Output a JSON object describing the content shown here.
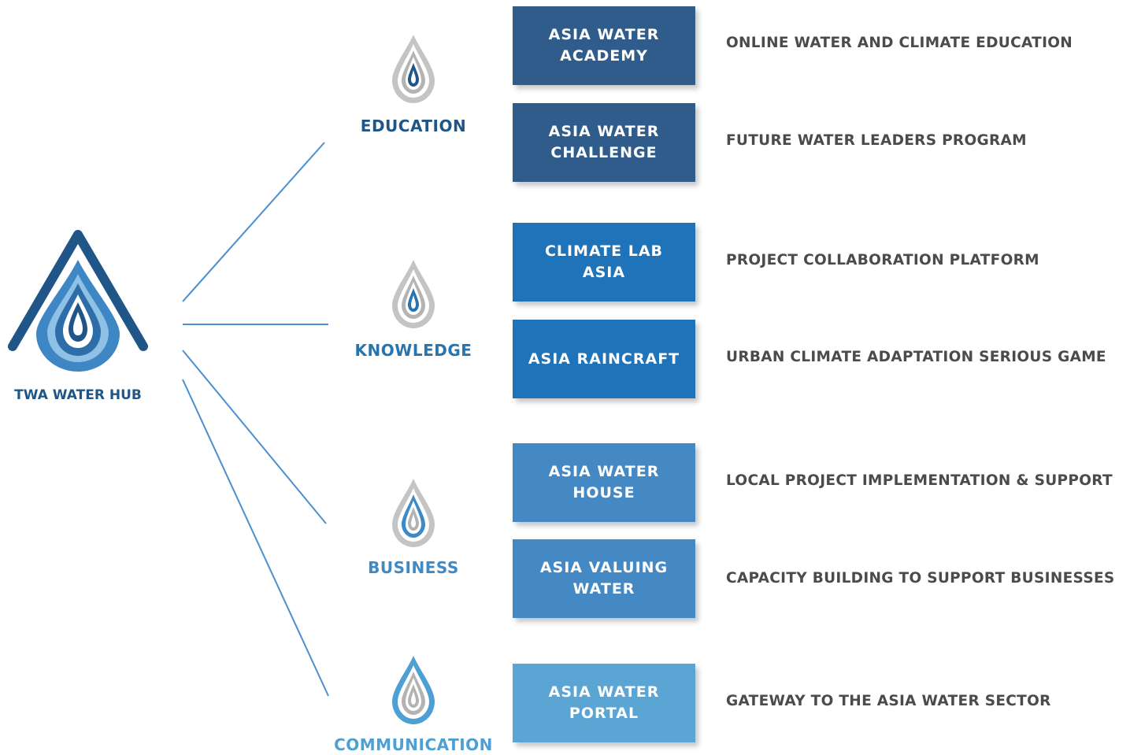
{
  "hub": {
    "label": "TWA WATER HUB",
    "icon": "water-drop-house-icon"
  },
  "categories": [
    {
      "id": "education",
      "label": "EDUCATION",
      "icon": "water-drop-icon",
      "color": "#1f5687"
    },
    {
      "id": "knowledge",
      "label": "KNOWLEDGE",
      "icon": "water-drop-icon",
      "color": "#2774ae"
    },
    {
      "id": "business",
      "label": "BUSINESS",
      "icon": "water-drop-icon",
      "color": "#3d8ac6"
    },
    {
      "id": "communication",
      "label": "COMMUNICATION",
      "icon": "water-drop-icon",
      "color": "#4e9fd4"
    }
  ],
  "programs": [
    {
      "name_line1": "ASIA WATER",
      "name_line2": "ACADEMY",
      "description": "ONLINE WATER AND CLIMATE EDUCATION",
      "color": "#2f5c8a"
    },
    {
      "name_line1": "ASIA WATER",
      "name_line2": "CHALLENGE",
      "description": "FUTURE WATER LEADERS PROGRAM",
      "color": "#2f5c8a"
    },
    {
      "name_line1": "CLIMATE LAB",
      "name_line2": "ASIA",
      "description": "PROJECT COLLABORATION PLATFORM",
      "color": "#1f73b8"
    },
    {
      "name_line1": "ASIA RAINCRAFT",
      "name_line2": "",
      "description": "URBAN CLIMATE ADAPTATION SERIOUS GAME",
      "color": "#1f73b8"
    },
    {
      "name_line1": "ASIA WATER",
      "name_line2": "HOUSE",
      "description": "LOCAL PROJECT IMPLEMENTATION & SUPPORT",
      "color": "#4589c4"
    },
    {
      "name_line1": "ASIA VALUING",
      "name_line2": "WATER",
      "description": "CAPACITY BUILDING TO SUPPORT BUSINESSES",
      "color": "#4589c4"
    },
    {
      "name_line1": "ASIA WATER",
      "name_line2": "PORTAL",
      "description": "GATEWAY TO THE ASIA WATER SECTOR",
      "color": "#5aa5d4"
    }
  ],
  "colors": {
    "connector": "#4a8fcf",
    "hub_dark": "#1f5687",
    "hub_mid": "#3f86c4",
    "hub_light": "#8fc0e6",
    "drop_gray": "#b3b3b3",
    "description_text": "#4b4b4b"
  }
}
